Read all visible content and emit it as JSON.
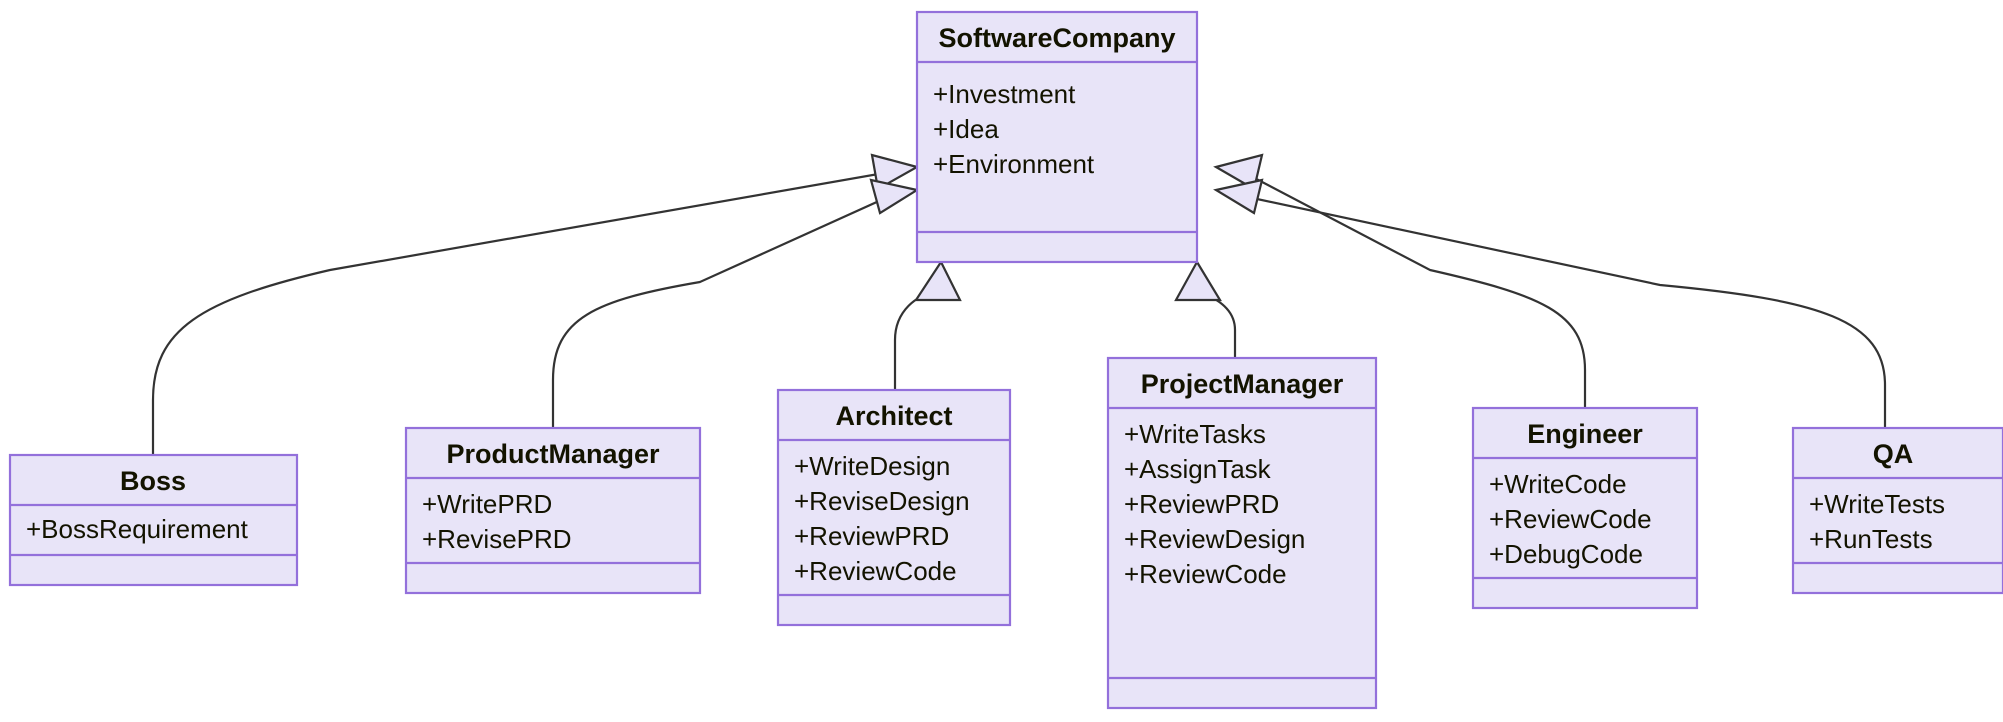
{
  "diagram": {
    "kind": "uml-class-diagram",
    "title": "",
    "colors": {
      "node_fill": "#e8e4f8",
      "node_border": "#9370db",
      "edge_stroke": "#333333",
      "text": "#131300",
      "background": "#ffffff"
    },
    "relationship_type": "inheritance",
    "parent": "SoftwareCompany"
  },
  "classes": [
    {
      "id": "softwarecompany",
      "name": "SoftwareCompany",
      "attributes": [
        "+Investment",
        "+Idea",
        "+Environment"
      ],
      "methods": []
    },
    {
      "id": "boss",
      "name": "Boss",
      "attributes": [
        "+BossRequirement"
      ],
      "methods": []
    },
    {
      "id": "productmanager",
      "name": "ProductManager",
      "attributes": [
        "+WritePRD",
        "+RevisePRD"
      ],
      "methods": []
    },
    {
      "id": "architect",
      "name": "Architect",
      "attributes": [
        "+WriteDesign",
        "+ReviseDesign",
        "+ReviewPRD",
        "+ReviewCode"
      ],
      "methods": []
    },
    {
      "id": "projectmanager",
      "name": "ProjectManager",
      "attributes": [
        "+WriteTasks",
        "+AssignTask",
        "+ReviewPRD",
        "+ReviewDesign",
        "+ReviewCode"
      ],
      "methods": []
    },
    {
      "id": "engineer",
      "name": "Engineer",
      "attributes": [
        "+WriteCode",
        "+ReviewCode",
        "+DebugCode"
      ],
      "methods": []
    },
    {
      "id": "qa",
      "name": "QA",
      "attributes": [
        "+WriteTests",
        "+RunTests"
      ],
      "methods": []
    }
  ],
  "relationships": [
    {
      "from": "Boss",
      "to": "SoftwareCompany",
      "type": "inheritance"
    },
    {
      "from": "ProductManager",
      "to": "SoftwareCompany",
      "type": "inheritance"
    },
    {
      "from": "Architect",
      "to": "SoftwareCompany",
      "type": "inheritance"
    },
    {
      "from": "ProjectManager",
      "to": "SoftwareCompany",
      "type": "inheritance"
    },
    {
      "from": "Engineer",
      "to": "SoftwareCompany",
      "type": "inheritance"
    },
    {
      "from": "QA",
      "to": "SoftwareCompany",
      "type": "inheritance"
    }
  ]
}
